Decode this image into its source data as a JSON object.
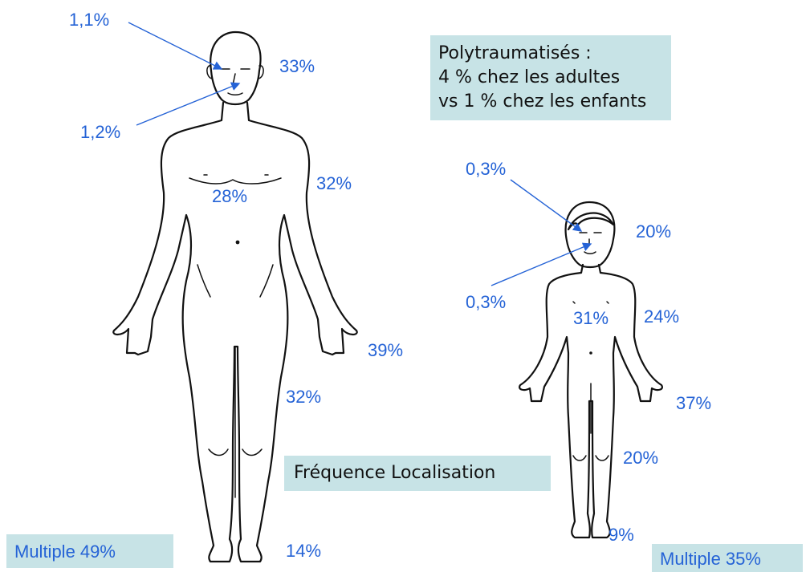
{
  "info_box": {
    "line1": "Polytraumatisés :",
    "line2": "4 % chez les adultes",
    "line3": "vs 1 % chez les enfants"
  },
  "legend_box": "Fréquence Localisation",
  "adult": {
    "multiple": "Multiple 49%",
    "eye": "1,1%",
    "face": "1,2%",
    "head": "33%",
    "thorax": "28%",
    "upper_limb": "32%",
    "hand": "39%",
    "lower_limb": "32%",
    "foot": "14%"
  },
  "child": {
    "multiple": "Multiple 35%",
    "eye": "0,3%",
    "face": "0,3%",
    "head": "20%",
    "thorax": "31%",
    "upper_limb": "24%",
    "hand": "37%",
    "lower_limb": "20%",
    "foot": "9%"
  },
  "colors": {
    "label": "#2563d6",
    "box_fill": "#c7e3e6",
    "outline": "#111111"
  }
}
